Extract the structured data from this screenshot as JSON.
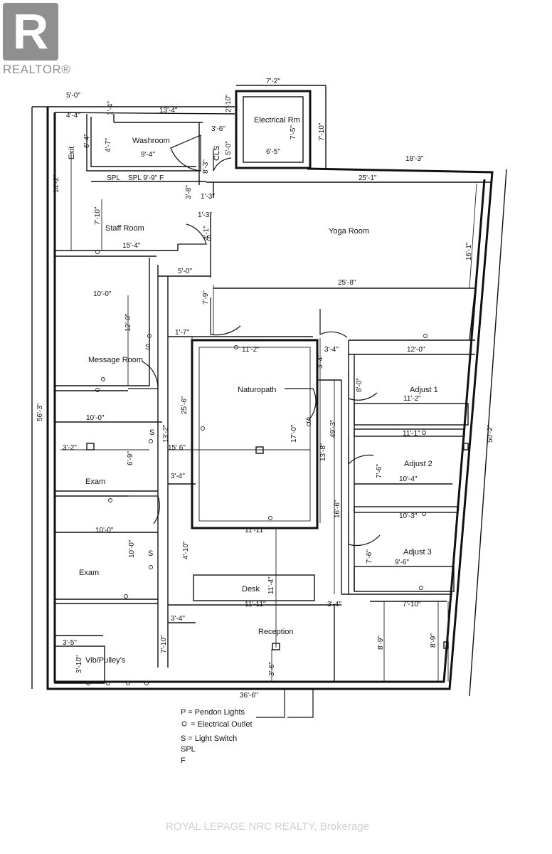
{
  "branding": {
    "logo_letter": "R",
    "logo_text": "REALTOR®",
    "watermark": "ROYAL LEPAGE NRC REALTY, Brokerage"
  },
  "rooms": {
    "washroom": "Washroom",
    "electrical": "Electrical Rm",
    "cls": "CLS",
    "exit": "Exit",
    "staff": "Staff Room",
    "yoga": "Yoga Room",
    "message": "Message Room",
    "naturopath": "Naturopath",
    "adjust1": "Adjust 1",
    "adjust2": "Adjust 2",
    "adjust3": "Adjust 3",
    "exam1": "Exam",
    "exam2": "Exam",
    "desk": "Desk",
    "reception": "Reception",
    "vib": "Vib/Pulley's"
  },
  "dims": {
    "d1": "5'-0\"",
    "d2": "4'-4\"",
    "d3": "1'-4\"",
    "d4": "13'-4\"",
    "d5": "2'-10\"",
    "d6": "7'-2\"",
    "d7": "7'-10\"",
    "d8": "18'-3\"",
    "d9": "25'-1\"",
    "d10": "6'-4\"",
    "d11": "4'-7\"",
    "d12": "9'-4\"",
    "d13": "3'-6\"",
    "d14": "5'-0\"",
    "d15": "7'-5\"",
    "d16": "6'-5\"",
    "d17": "8'-3\"",
    "d18": "14'-2\"",
    "d19": "SPL",
    "d20": "SPL 9'-9\"  F",
    "d21": "3'-8\"",
    "d22": "1'-3\"",
    "d23": "1'-3\"",
    "d24": "7'-10\"",
    "d25": "4'-1\"",
    "d26": "15'-4\"",
    "d27": "16'-1\"",
    "d28": "5'-0\"",
    "d29": "25'-8\"",
    "d30": "10'-0\"",
    "d31": "7'-9\"",
    "d32": "12'-0\"",
    "d33": "1'-7\"",
    "d34": "11'-2\"",
    "d35": "3'-4\"",
    "d36": "12'-0\"",
    "d37": "3'-4\"",
    "d38": "8'-0\"",
    "d39": "25'-6\"",
    "d40": "11'-2\"",
    "d41": "56'-3\"",
    "d42": "10'-0\"",
    "d43": "17'-0\"",
    "d44": "49'-3\"",
    "d45": "11'-1\"",
    "d46": "50'-2\"",
    "d47": "3'-2\"",
    "d48": "13'-2\"",
    "d49": "15' 6\"",
    "d50": "6'-9\"",
    "d51": "13'-8\"",
    "d52": "7'-6\"",
    "d53": "10'-4\"",
    "d54": "3'-4\"",
    "d55": "16'-6\"",
    "d56": "10'-3\"",
    "d57": "10'-0\"",
    "d58": "11'-11\"",
    "d59": "4'-10\"",
    "d60": "10'-0\"",
    "d61": "7'-6\"",
    "d62": "9'-6\"",
    "d63": "11'-4\"",
    "d64": "11'-11\"",
    "d65": "3'-4\"",
    "d66": "7'-10\"",
    "d67": "3'-4\"",
    "d68": "3'-5\"",
    "d69": "8'-9\"",
    "d70": "8'-9\"",
    "d71": "7'-10\"",
    "d72": "3'-10\"",
    "d73": "3'-6\"",
    "d74": "36'-6\""
  },
  "switches": [
    "S",
    "S",
    "S",
    "S",
    "S"
  ],
  "legend": {
    "pendon": "P = Pendon Lights",
    "outlet": "= Electrical Outlet",
    "switch": "S = Light Switch",
    "spl": "SPL",
    "f": "F"
  }
}
